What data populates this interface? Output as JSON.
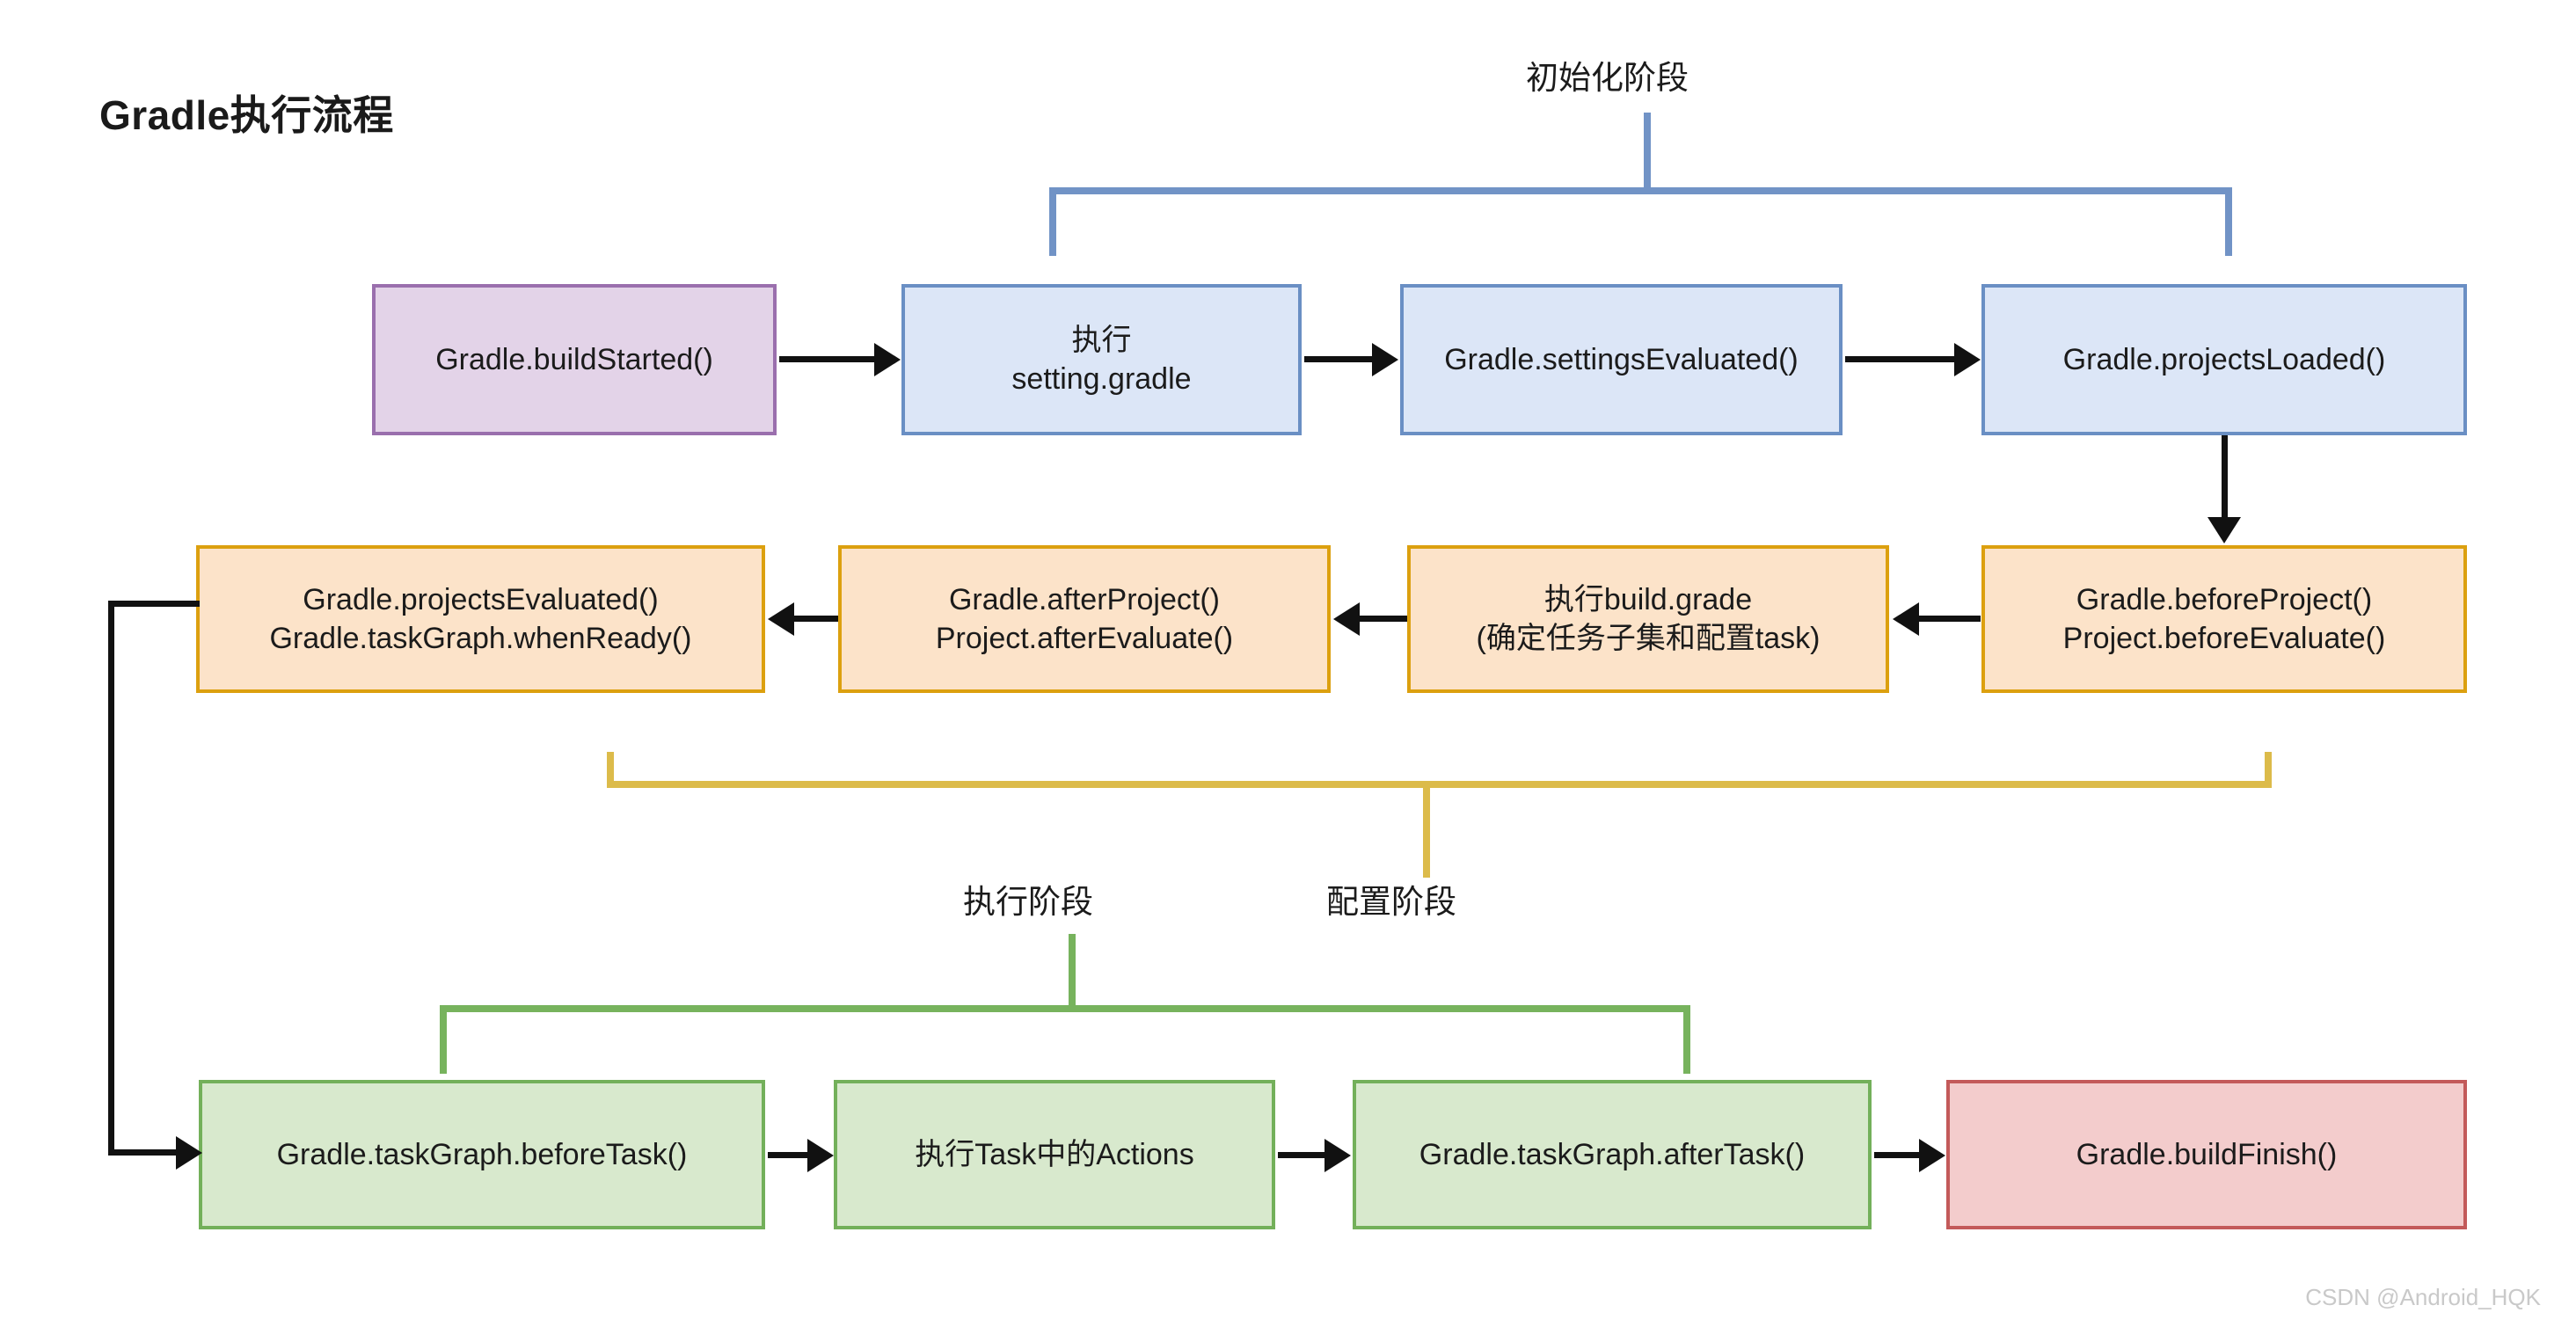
{
  "diagram": {
    "title": "Gradle执行流程",
    "watermark": "CSDN @Android_HQK",
    "colors": {
      "purple_fill": "#e3d3e8",
      "purple_border": "#9a6fad",
      "blue_fill": "#dce6f7",
      "blue_border": "#6a8fc4",
      "orange_fill": "#fce3c9",
      "orange_border": "#dca00f",
      "green_fill": "#d8e9cd",
      "green_border": "#73b05a",
      "red_fill": "#f3cccc",
      "red_border": "#c35a5a",
      "arrow": "#111111",
      "background": "#ffffff"
    }
  },
  "phases": {
    "initialization": "初始化阶段",
    "configuration": "配置阶段",
    "execution": "执行阶段"
  },
  "rows": {
    "initialization": [
      {
        "id": "build-started",
        "label": "Gradle.buildStarted()"
      },
      {
        "id": "exec-settings",
        "label": "执行\nsetting.gradle"
      },
      {
        "id": "settings-evaluated",
        "label": "Gradle.settingsEvaluated()"
      },
      {
        "id": "projects-loaded",
        "label": "Gradle.projectsLoaded()"
      }
    ],
    "configuration": [
      {
        "id": "projects-evaluated",
        "label": "Gradle.projectsEvaluated()\nGradle.taskGraph.whenReady()"
      },
      {
        "id": "after-project",
        "label": "Gradle.afterProject()\nProject.afterEvaluate()"
      },
      {
        "id": "exec-build-gradle",
        "label": "执行build.grade\n(确定任务子集和配置task)"
      },
      {
        "id": "before-project",
        "label": "Gradle.beforeProject()\nProject.beforeEvaluate()"
      }
    ],
    "execution": [
      {
        "id": "before-task",
        "label": "Gradle.taskGraph.beforeTask()"
      },
      {
        "id": "task-actions",
        "label": "执行Task中的Actions"
      },
      {
        "id": "after-task",
        "label": "Gradle.taskGraph.afterTask()"
      },
      {
        "id": "build-finish",
        "label": "Gradle.buildFinish()"
      }
    ]
  }
}
